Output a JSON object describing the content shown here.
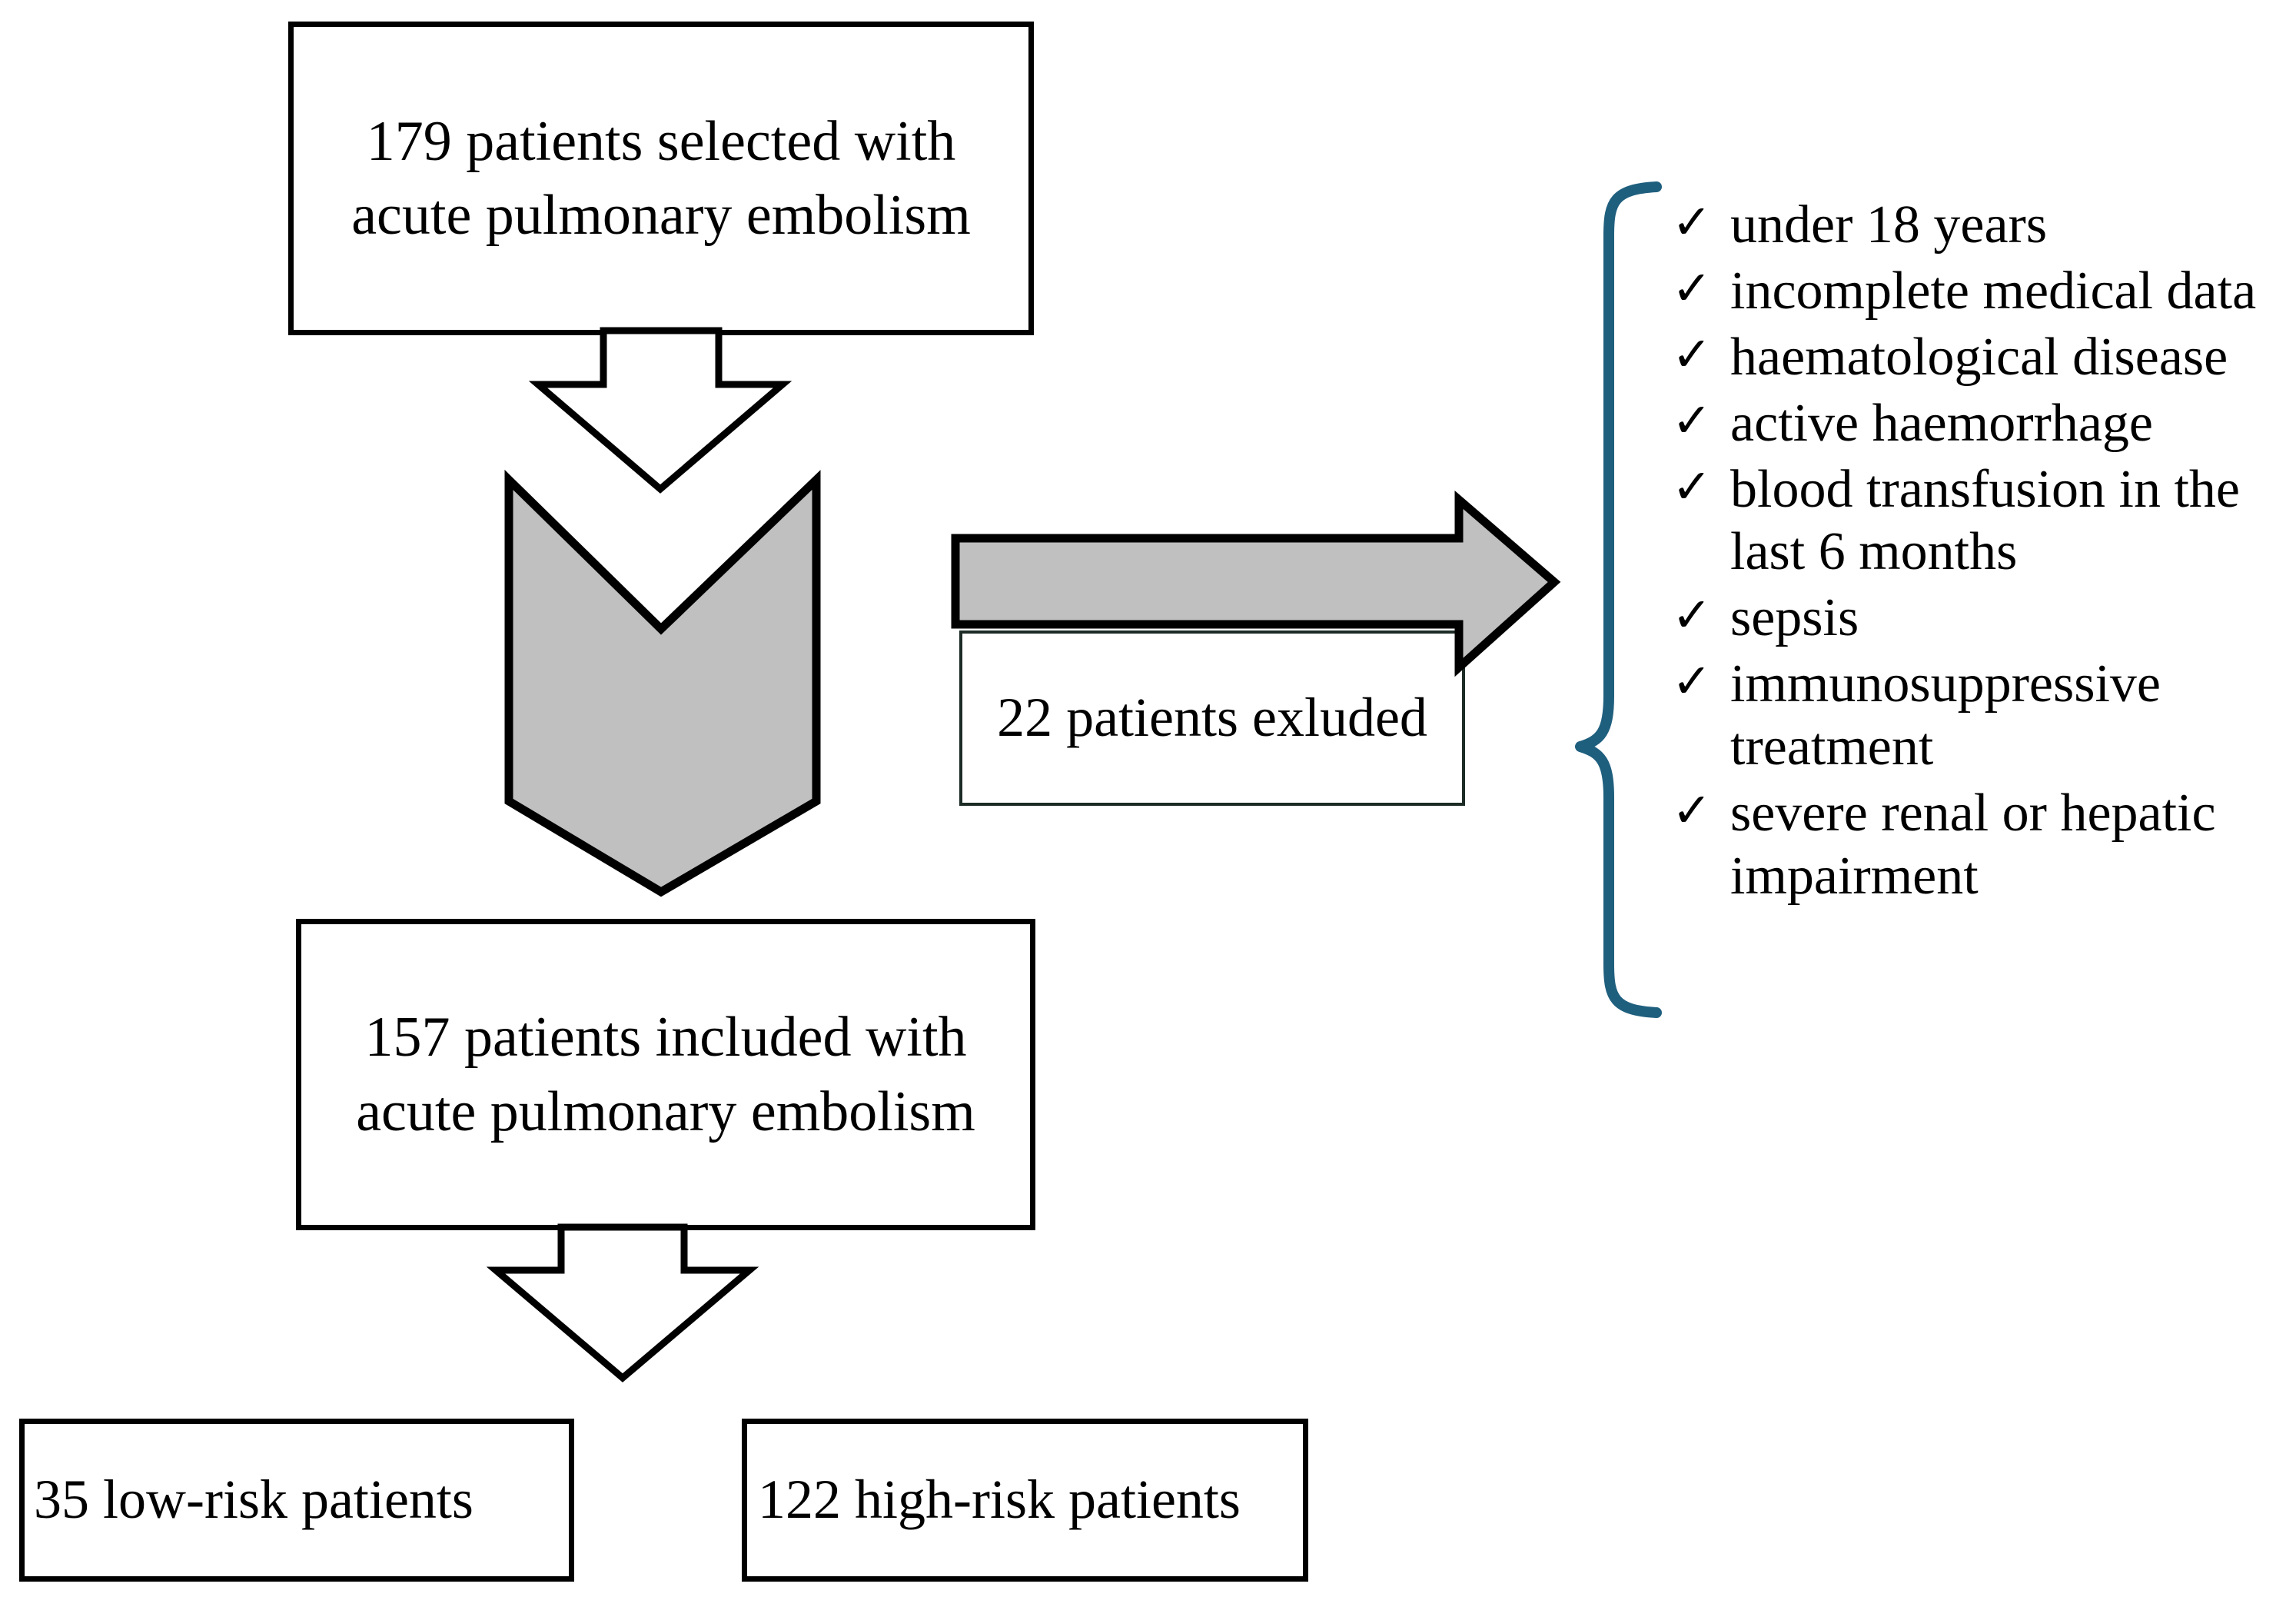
{
  "diagram": {
    "title": "Patient selection flow chart for acute pulmonary embolism study",
    "colors": {
      "outline": "#000000",
      "gray_fill": "#c0c0c0",
      "brace_blue": "#1f5f7e",
      "excluded_box_border": "#1c2b25",
      "background": "#ffffff"
    },
    "boxes": {
      "selected": {
        "label": "179 patients selected with acute pulmonary embolism",
        "count": "179",
        "line1": "179 patients selected",
        "line2": "with acute pulmonary",
        "line3": "embolism"
      },
      "excluded": {
        "label": "22 patients exluded",
        "count": "22",
        "line1": "22 patients",
        "line2": "exluded"
      },
      "included": {
        "label": "157 patients included with acute pulmonary embolism",
        "count": "157",
        "line1": "157 patients included",
        "line2": "with acute pulmonary",
        "line3": "embolism"
      },
      "low_risk": {
        "label": "35 low-risk patients",
        "count": "35"
      },
      "high_risk": {
        "label": "122 high-risk patients",
        "count": "122"
      }
    },
    "exclusion_criteria": {
      "check_glyph": "✓",
      "items": [
        {
          "text": "under 18 years"
        },
        {
          "text": "incomplete medical data"
        },
        {
          "text": "haematological disease"
        },
        {
          "text": "active haemorrhage"
        },
        {
          "text": "blood transfusion in the last 6 months"
        },
        {
          "text": "sepsis"
        },
        {
          "text": "immunosuppressive treatment"
        },
        {
          "text": "severe renal or hepatic impairment"
        }
      ]
    },
    "connectors": {
      "down_arrow_top": "white down arrow from selected box to gray chevron",
      "gray_chevron": "gray double chevron pointing down toward included box",
      "gray_right_arrow": "gray right-pointing arrow from excluded box toward exclusion criteria",
      "brace": "blue curly brace grouping the exclusion criteria",
      "down_arrow_bottom": "white down arrow from included box splitting to risk groups"
    }
  }
}
